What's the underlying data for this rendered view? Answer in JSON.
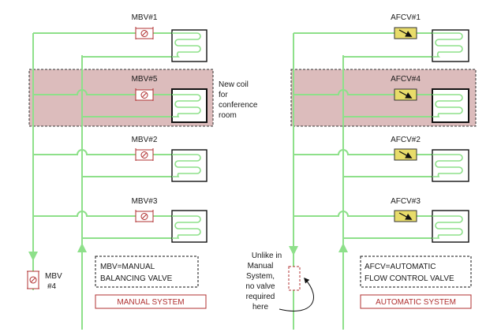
{
  "manual": {
    "valves": [
      "MBV#1",
      "MBV#5",
      "MBV#2",
      "MBV#3"
    ],
    "return_valve_line1": "MBV",
    "return_valve_line2": "#4",
    "new_coil_note": [
      "New coil",
      "for",
      "conference",
      "room"
    ],
    "legend_line1": "MBV=MANUAL",
    "legend_line2": "BALANCING VALVE",
    "caption": "MANUAL SYSTEM"
  },
  "automatic": {
    "valves": [
      "AFCV#1",
      "AFCV#4",
      "AFCV#2",
      "AFCV#3"
    ],
    "no_valve_note": [
      "Unlike in",
      "Manual",
      "System,",
      "no valve",
      "required",
      "here"
    ],
    "legend_line1": "AFCV=AUTOMATIC",
    "legend_line2": "FLOW CONTROL VALVE",
    "caption": "AUTOMATIC SYSTEM"
  },
  "colors": {
    "pipe": "#8ee08a",
    "highlight": "#dcbcbc",
    "manual_valve": "#b03030",
    "auto_valve": "#e8dc6a"
  }
}
